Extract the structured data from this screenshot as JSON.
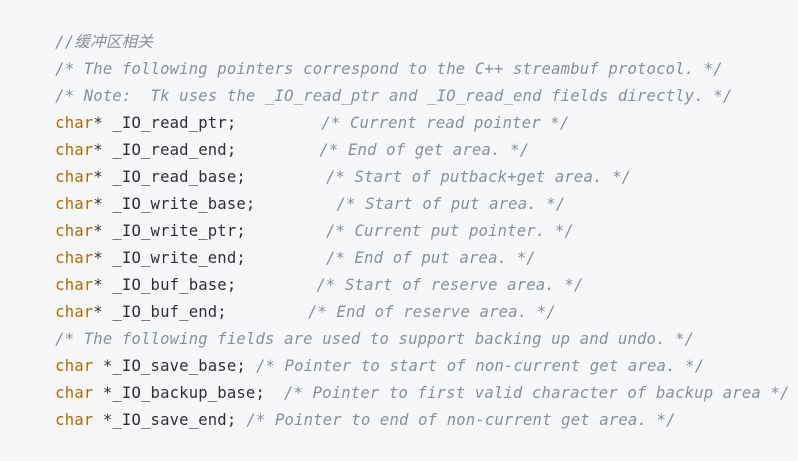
{
  "code": {
    "language": "c",
    "lines": [
      {
        "comment": "//缓冲区相关"
      },
      {
        "comment": "/* The following pointers correspond to the C++ streambuf protocol. */"
      },
      {
        "comment": "/* Note:  Tk uses the _IO_read_ptr and _IO_read_end fields directly. */"
      },
      {
        "keyword": "char",
        "decl": "* _IO_read_ptr;",
        "comment": "/* Current read pointer */"
      },
      {
        "keyword": "char",
        "decl": "* _IO_read_end;",
        "comment": "/* End of get area. */"
      },
      {
        "keyword": "char",
        "decl": "* _IO_read_base;",
        "comment": "/* Start of putback+get area. */"
      },
      {
        "keyword": "char",
        "decl": "* _IO_write_base;",
        "comment": "/* Start of put area. */"
      },
      {
        "keyword": "char",
        "decl": "* _IO_write_ptr;",
        "comment": "/* Current put pointer. */"
      },
      {
        "keyword": "char",
        "decl": "* _IO_write_end;",
        "comment": "/* End of put area. */"
      },
      {
        "keyword": "char",
        "decl": "* _IO_buf_base;",
        "comment": "/* Start of reserve area. */"
      },
      {
        "keyword": "char",
        "decl": "* _IO_buf_end;",
        "comment": "/* End of reserve area. */"
      },
      {
        "comment": "/* The following fields are used to support backing up and undo. */"
      },
      {
        "keyword": "char",
        "decl": " *_IO_save_base;",
        "comment": "/* Pointer to start of non-current get area. */"
      },
      {
        "keyword": "char",
        "decl": " *_IO_backup_base;",
        "comment": "/* Pointer to first valid character of backup area */"
      },
      {
        "keyword": "char",
        "decl": " *_IO_save_end;",
        "comment": "/* Pointer to end of non-current get area. */"
      }
    ]
  }
}
